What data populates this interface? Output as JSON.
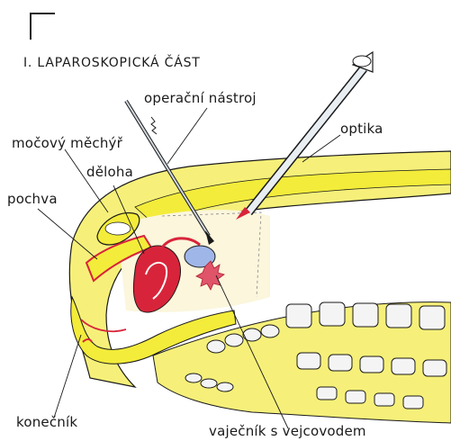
{
  "title": "I. LAPAROSKOPICKÁ ČÁST",
  "labels": {
    "instrument": "operační nástroj",
    "optics": "optika",
    "bladder": "močový měchýř",
    "uterus": "děloha",
    "vagina": "pochva",
    "rectum": "konečník",
    "ovary": "vaječník s vejcovodem"
  },
  "colors": {
    "tissue_yellow": "#f3ec3a",
    "skin_yellow": "#f6f07a",
    "organ_red": "#d8243a",
    "ovary_blue": "#9fb6e8",
    "line": "#1a1a1a",
    "vertebra": "#f4f4f4"
  }
}
